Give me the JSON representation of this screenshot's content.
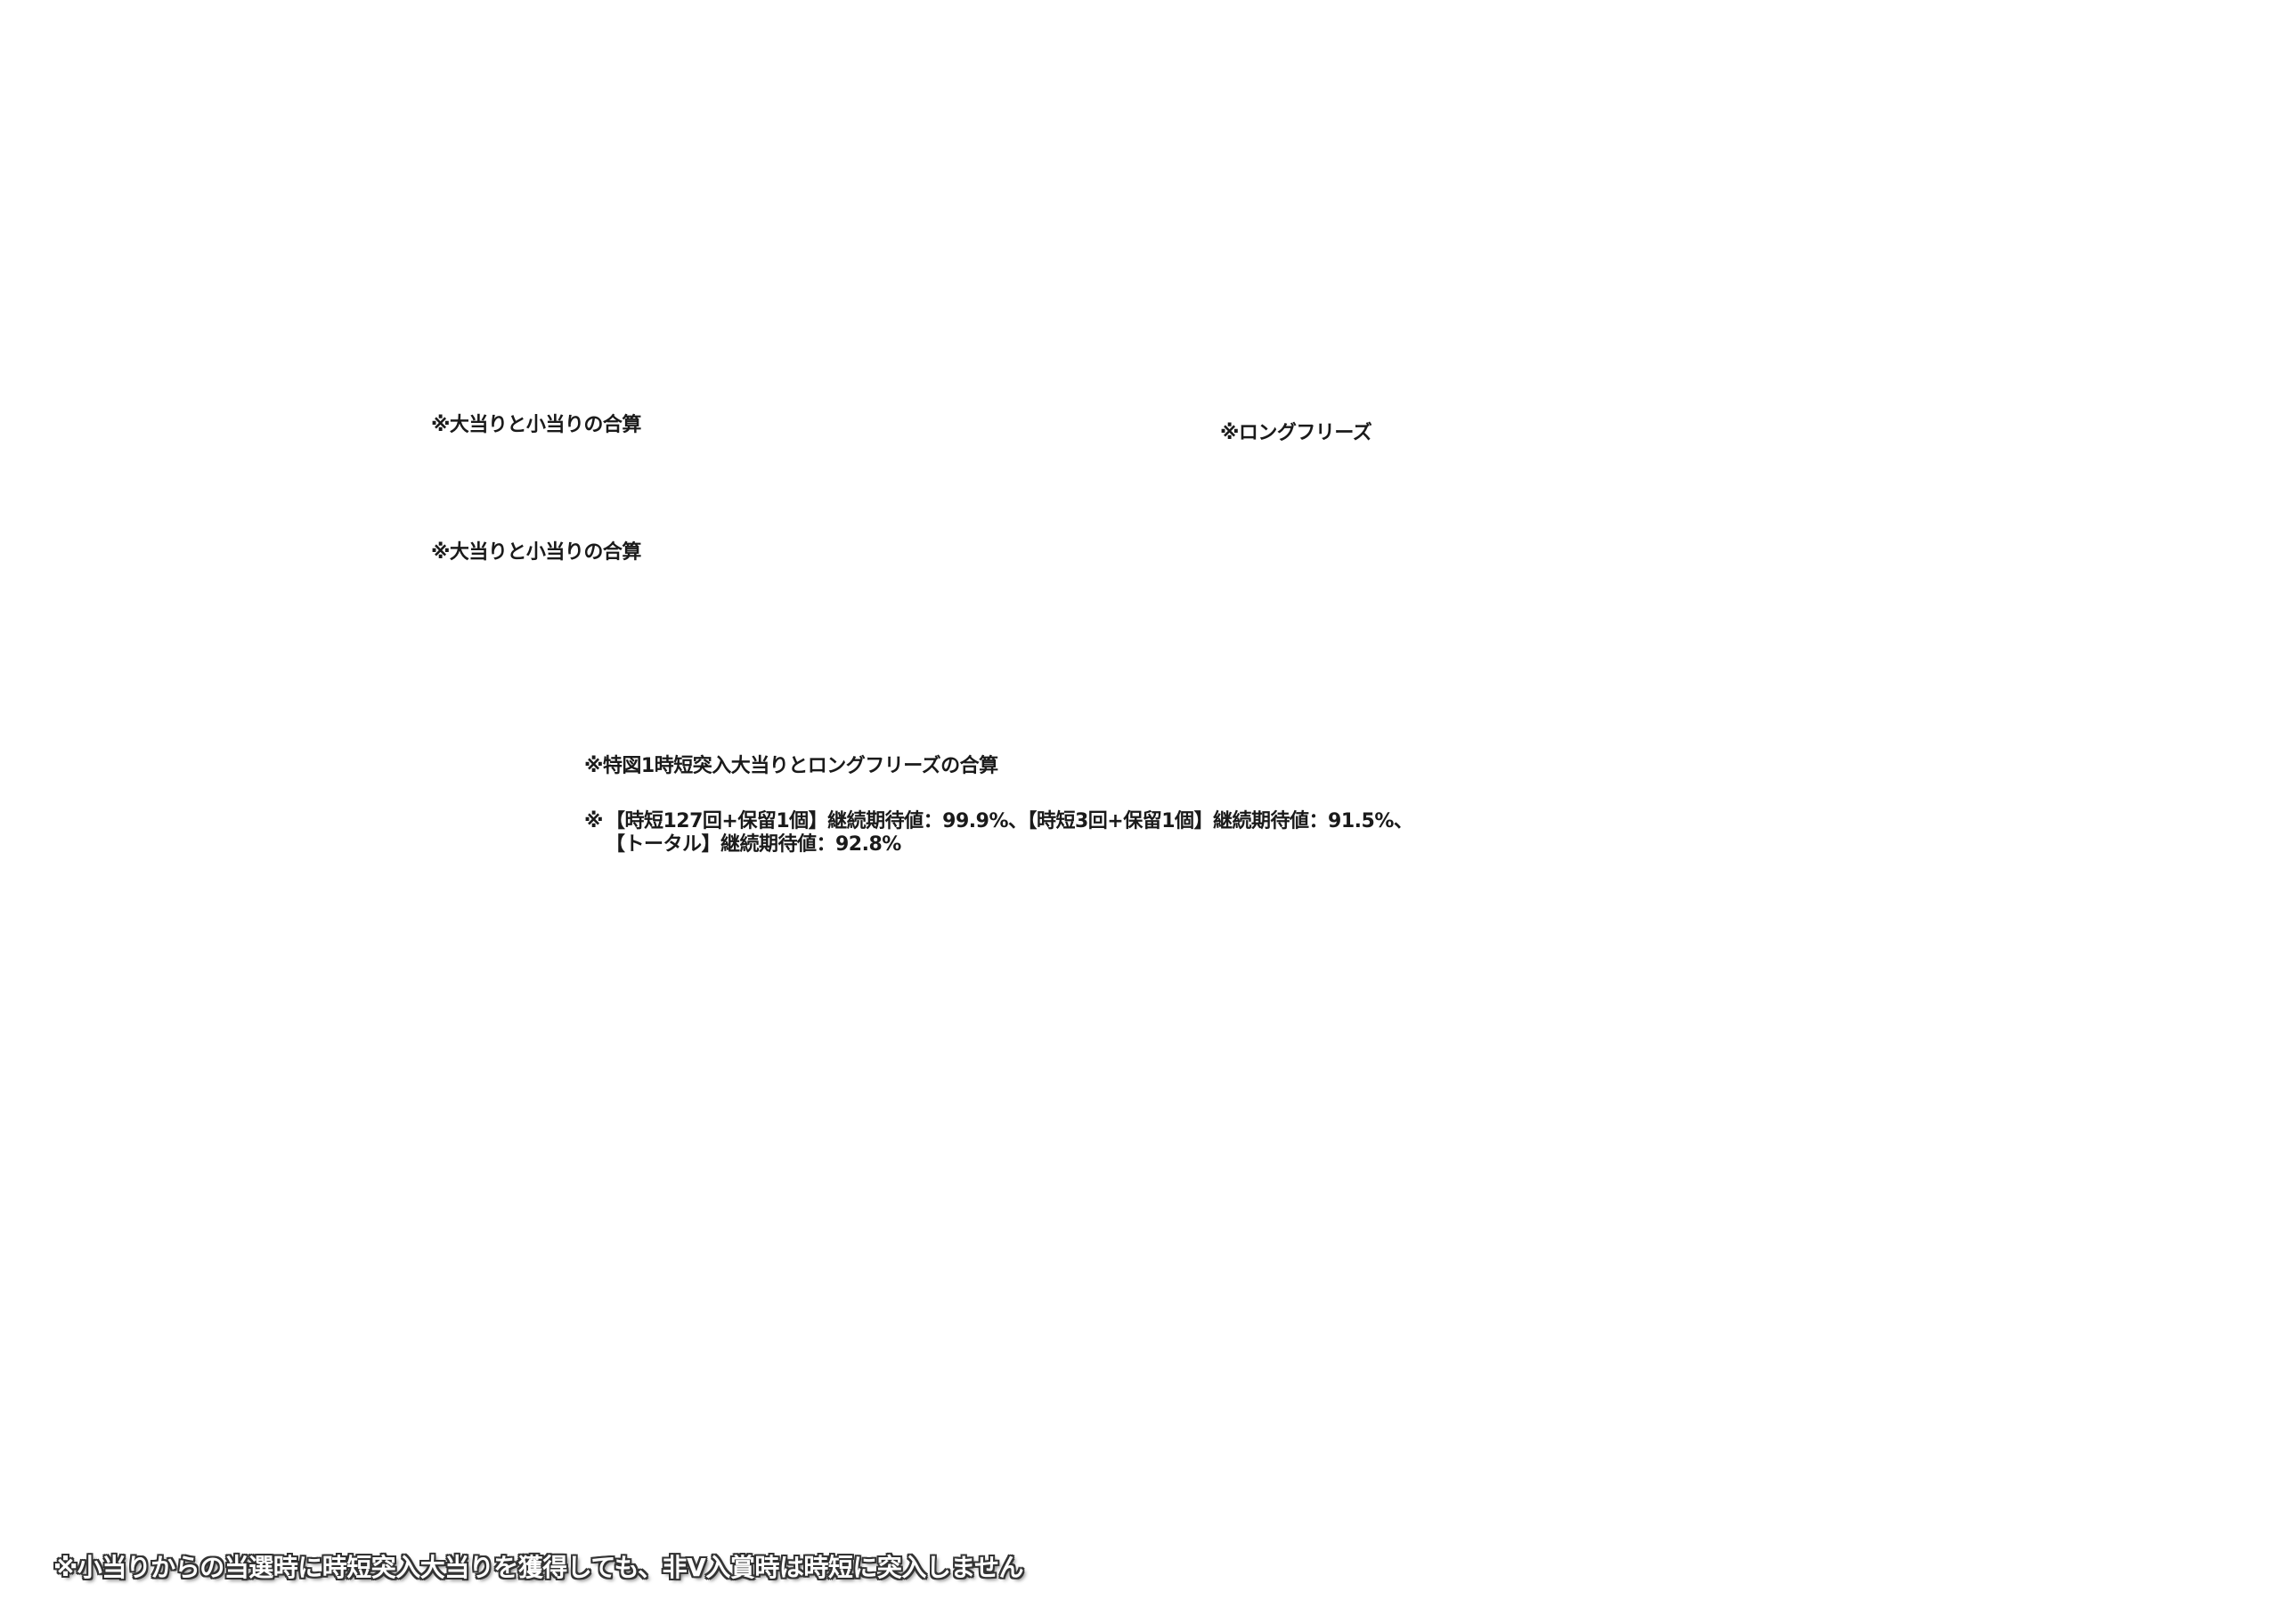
{
  "notes": {
    "combined_1": "※大当りと小当りの合算",
    "long_freeze": "※ロングフリーズ",
    "combined_2": "※大当りと小当りの合算",
    "tokuzu1_combined": "※特図1時短突入大当りとロングフリーズの合算",
    "continuation": {
      "mark": "※",
      "line1": "【時短127回+保留1個】継続期待値：99.9%、【時短3回+保留1個】継続期待値：91.5%、",
      "line2": "【トータル】継続期待値：92.8%"
    }
  },
  "footer": {
    "disclaimer": "※小当りからの当選時に時短突入大当りを獲得しても、非V入賞時は時短に突入しません"
  }
}
